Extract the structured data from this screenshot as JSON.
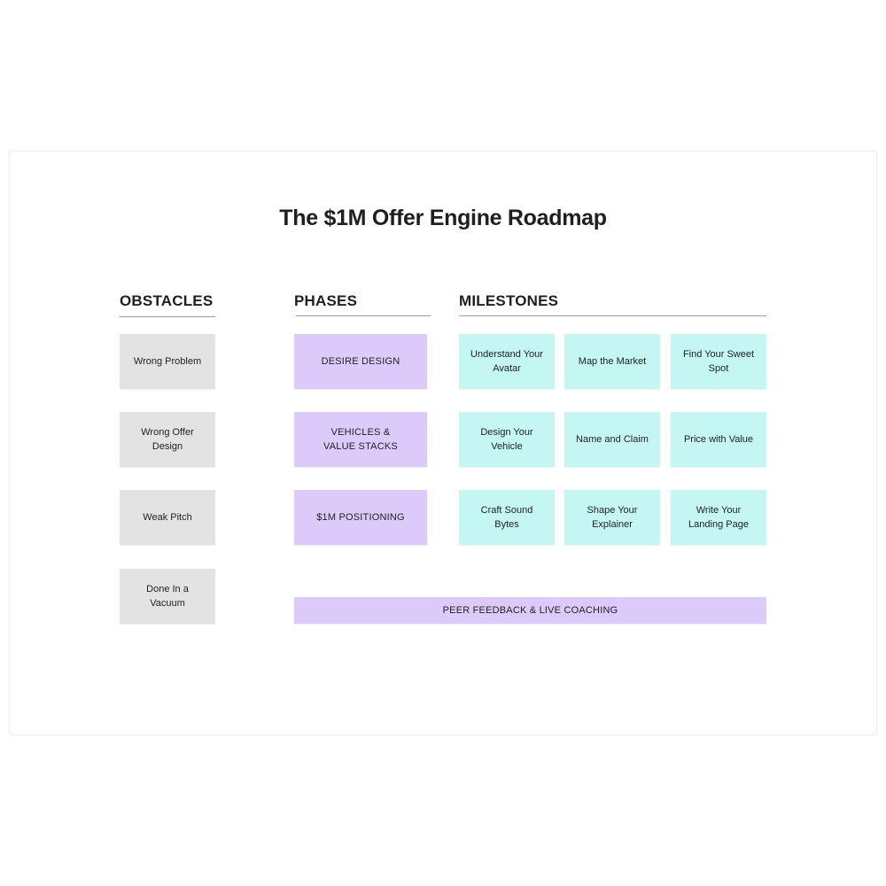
{
  "title": "The $1M Offer Engine Roadmap",
  "columns": {
    "obstacles": "OBSTACLES",
    "phases": "PHASES",
    "milestones": "MILESTONES"
  },
  "obstacles": [
    "Wrong Problem",
    "Wrong Offer Design",
    "Weak Pitch",
    "Done In a Vacuum"
  ],
  "phases": [
    "DESIRE DESIGN",
    "VEHICLES &\nVALUE STACKS",
    "$1M POSITIONING"
  ],
  "milestones": [
    [
      "Understand Your Avatar",
      "Map the Market",
      "Find Your Sweet Spot"
    ],
    [
      "Design Your Vehicle",
      "Name and Claim",
      "Price with Value"
    ],
    [
      "Craft Sound Bytes",
      "Shape Your Explainer",
      "Write Your Landing Page"
    ]
  ],
  "footer_bar": "PEER FEEDBACK & LIVE COACHING",
  "colors": {
    "obstacle": "#e3e3e3",
    "phase": "#dccbfa",
    "milestone": "#c4f6f3"
  }
}
